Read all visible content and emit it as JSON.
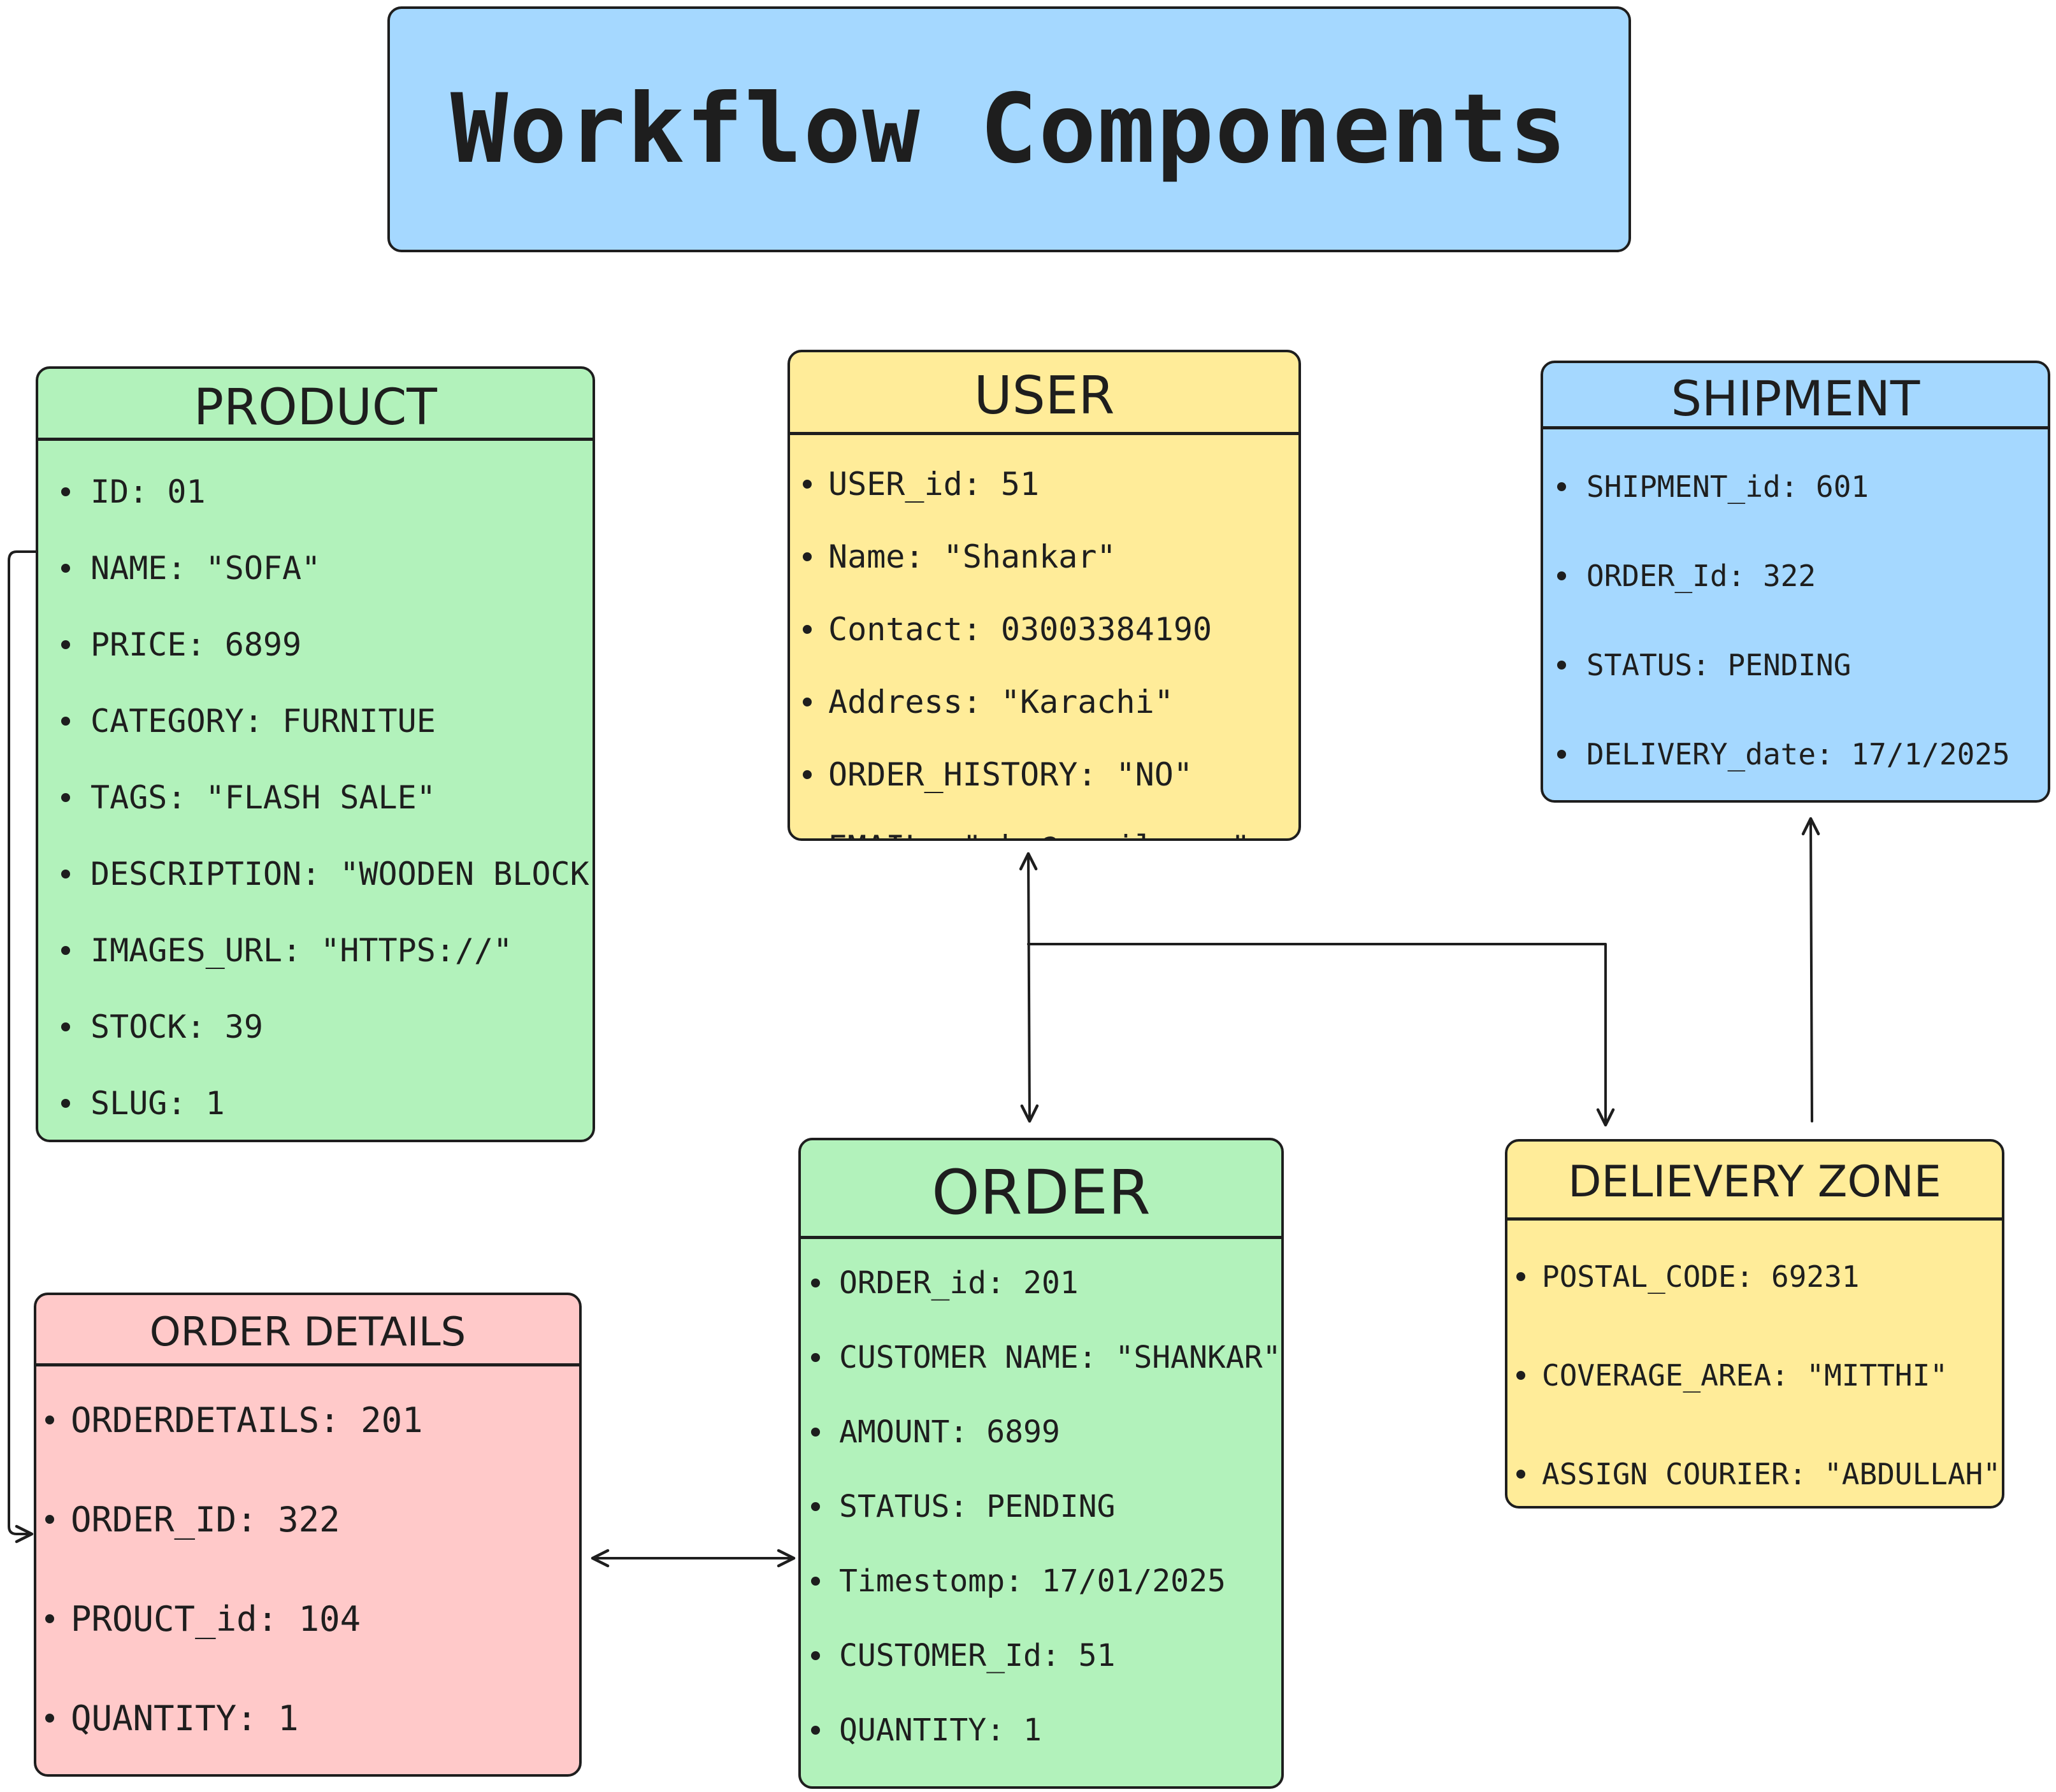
{
  "title": "Workflow Components",
  "entities": {
    "product": {
      "title": "PRODUCT",
      "fields": [
        "ID: 01",
        "NAME: \"SOFA\"",
        "PRICE: 6899",
        "CATEGORY: FURNITUE",
        "TAGS: \"FLASH SALE\"",
        "DESCRIPTION: \"WOODEN BLOCK\"",
        "IMAGES_URL: \"HTTPS://\"",
        "STOCK: 39",
        "SLUG: 1"
      ]
    },
    "user": {
      "title": "USER",
      "fields": [
        "USER_id: 51",
        "Name: \"Shankar\"",
        "Contact: 03003384190",
        "Address: \"Karachi\"",
        "ORDER_HISTORY: \"NO\"",
        "EMAIL: \"abc@gmail.com\""
      ]
    },
    "shipment": {
      "title": "SHIPMENT",
      "fields": [
        "SHIPMENT_id: 601",
        "ORDER_Id: 322",
        "STATUS: PENDING",
        "DELIVERY_date: 17/1/2025"
      ]
    },
    "order": {
      "title": "ORDER",
      "fields": [
        "ORDER_id: 201",
        "CUSTOMER NAME: \"SHANKAR\"",
        "AMOUNT: 6899",
        "STATUS: PENDING",
        "Timestomp: 17/01/2025",
        "CUSTOMER_Id: 51",
        "QUANTITY: 1"
      ]
    },
    "delivery_zone": {
      "title": "DELIEVERY ZONE",
      "fields": [
        "POSTAL_CODE: 69231",
        "COVERAGE_AREA: \"MITTHI\"",
        "ASSIGN COURIER: \"ABDULLAH\""
      ]
    },
    "order_details": {
      "title": "ORDER DETAILS",
      "fields": [
        "ORDERDETAILS: 201",
        "ORDER_ID: 322",
        "PROUCT_id: 104",
        "QUANTITY: 1"
      ]
    }
  },
  "colors": {
    "blue": "#a5d8ff",
    "green": "#b2f2bb",
    "yellow": "#ffec99",
    "pink": "#ffc9c9",
    "stroke": "#1e1e1e"
  }
}
